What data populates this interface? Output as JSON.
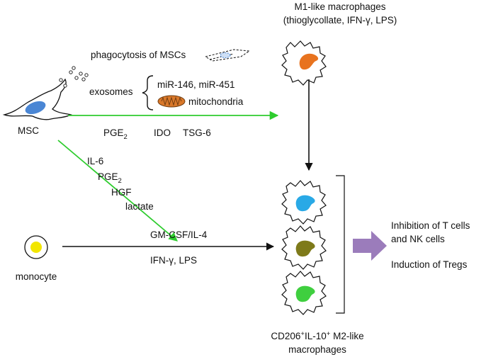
{
  "m1": {
    "title": "M1-like macrophages",
    "subtitle": "(thioglycollate, IFN-γ, LPS)"
  },
  "msc": {
    "label": "MSC",
    "phagocytosis": "phagocytosis of MSCs",
    "exosomes": "exosomes",
    "mirna": "miR-146, miR-451",
    "mitochondria": "mitochondria"
  },
  "soluble": {
    "pge": "PGE",
    "pge_sub": "2",
    "ido": "IDO",
    "tsg": "TSG-6"
  },
  "diagonal": {
    "il6": "IL-6",
    "pge": "PGE",
    "pge_sub": "2",
    "hgf": "HGF",
    "lactate": "lactate"
  },
  "monocyte": {
    "label": "monocyte",
    "stimulus_top": "GM-CSF/IL-4",
    "stimulus_bottom": "IFN-γ, LPS"
  },
  "m2": {
    "prefix": "CD206",
    "sup1": "+",
    "mid": "IL-10",
    "sup2": "+",
    "suffix": " M2-like",
    "line2": "macrophages"
  },
  "outcomes": {
    "line1": "Inhibition of T cells",
    "line2": "and NK cells",
    "line3": "Induction of Tregs"
  },
  "colors": {
    "green_arrow": "#2ecc2e",
    "block_arrow": "#9b7cbb",
    "msc_nucleus": "#4a86d4",
    "m1_nucleus": "#e8731f",
    "m2_blue": "#29a9e6",
    "m2_olive": "#7e7a1a",
    "m2_green": "#3fcf3f",
    "monocyte_nucleus": "#f2e600",
    "mito": "#d9782a"
  }
}
